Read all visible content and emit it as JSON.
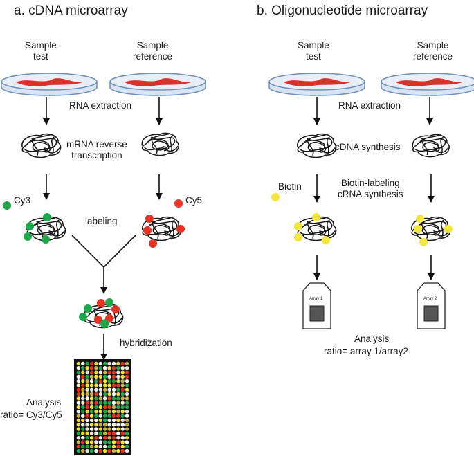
{
  "colors": {
    "cy3": "#1fa84a",
    "cy5": "#e63222",
    "biotin": "#f4e63a",
    "dish": "#d8e4f4",
    "dish_edge": "#6f8fb8",
    "sample": "#d8322a"
  },
  "panel_a": {
    "title": "a.   cDNA microarray",
    "sample_test": "Sample\ntest",
    "sample_reference": "Sample\nreference",
    "rna_extraction": "RNA extraction",
    "reverse_transcription": "mRNA reverse\ntranscription",
    "cy3": "Cy3",
    "cy5": "Cy5",
    "labeling": "labeling",
    "hybridization": "hybridization",
    "analysis": "Analysis",
    "ratio": "ratio= Cy3/Cy5"
  },
  "panel_b": {
    "title": "b.   Oligonucleotide  microarray",
    "sample_test": "Sample\ntest",
    "sample_reference": "Sample\nreference",
    "rna_extraction": "RNA extraction",
    "cdna_synthesis": "cDNA synthesis",
    "biotin": "Biotin",
    "biotin_labeling": "Biotin-labeling\ncRNA synthesis",
    "array1": "Array 1",
    "array2": "Array 2",
    "analysis": "Analysis",
    "ratio": "ratio= array 1/array2"
  }
}
